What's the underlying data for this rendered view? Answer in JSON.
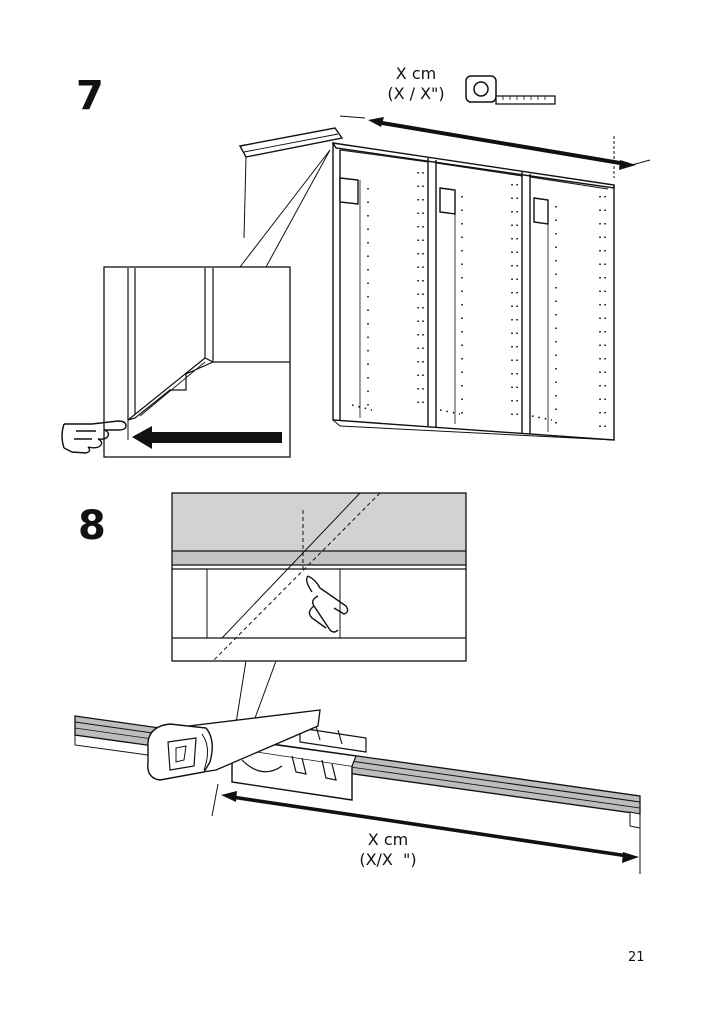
{
  "step7": {
    "number": "7",
    "measure_line1": "X cm",
    "measure_line2": "(X / X\")"
  },
  "step8": {
    "number": "8",
    "measure_line1": "X cm",
    "measure_line2": "(X/X  \")"
  },
  "page_number": "21",
  "colors": {
    "ink": "#111111",
    "panel_grey": "#d2d2d2",
    "rail_grey": "#bdbdbd"
  }
}
